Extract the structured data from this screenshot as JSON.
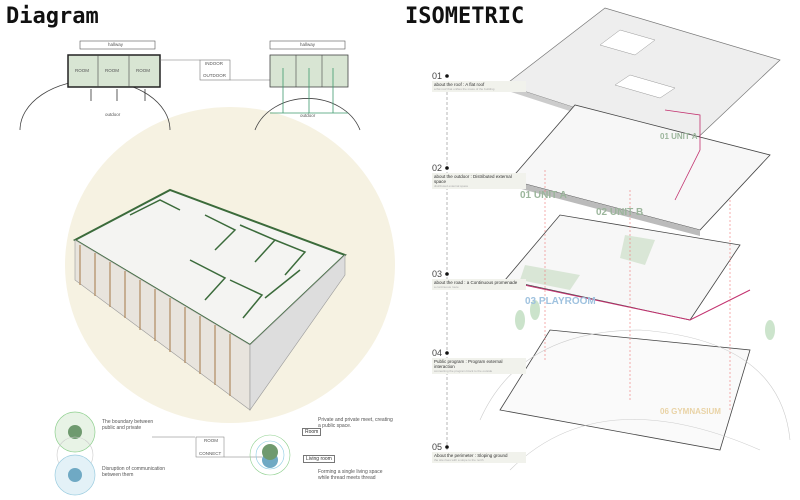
{
  "titles": {
    "left": "Diagram",
    "right": "ISOMETRIC"
  },
  "top_diagram": {
    "hallway": "hallway",
    "room": "ROOM",
    "outdoor": "outdoor",
    "indoor": "INDOOR",
    "outdoor_caps": "OUTDOOR"
  },
  "bottom_diagram": {
    "boundary": "The boundary between public and private",
    "disruption": "Disruption of communication between them",
    "room": "ROOM",
    "connect": "CONNECT",
    "private_meet": "Private and private meet, creating a public space.",
    "room_tag": "Room",
    "living_room_tag": "Living room",
    "single_space": "Forming a single living space while thread meets thread"
  },
  "timeline": [
    {
      "num": "01",
      "caption": "about the roof : A flat roof",
      "sub": "a flat roof that unifies the mass of the building"
    },
    {
      "num": "02",
      "caption": "about the outdoor : Distributed external space",
      "sub": "distributed external space"
    },
    {
      "num": "03",
      "caption": "about the road : a Continuous promenade",
      "sub": "a continuous route"
    },
    {
      "num": "04",
      "caption": "Public program : Program external interaction",
      "sub": "connecting the program block to the outside"
    },
    {
      "num": "05",
      "caption": "About the perimeter : Sloping ground",
      "sub": "the site rises with a slope to the north"
    }
  ],
  "iso_labels": {
    "unit_a": "01 UNIT A",
    "unit_b": "02 UNIT B",
    "playroom": "03 PLAYROOM",
    "gym": "06 GYMNASIUM"
  },
  "colors": {
    "green": "#6f9a6f",
    "blue": "#6fa9c4",
    "beige": "#f5f1e2",
    "magenta": "#c2306e",
    "room_fill": "#d9e6d6"
  }
}
